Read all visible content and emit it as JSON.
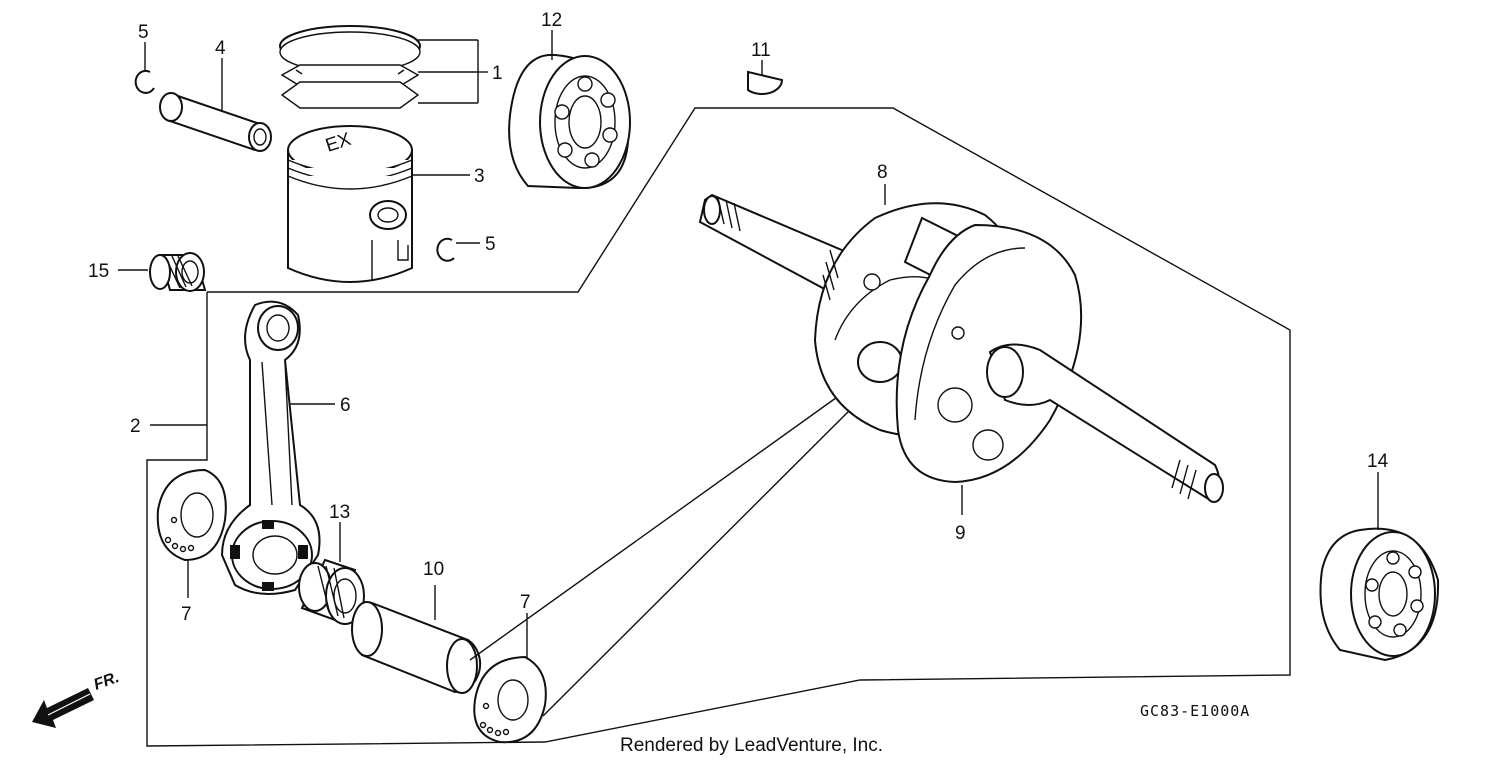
{
  "callouts": {
    "c1": "1",
    "c2": "2",
    "c3": "3",
    "c4": "4",
    "c5a": "5",
    "c5b": "5",
    "c6": "6",
    "c7a": "7",
    "c7b": "7",
    "c8": "8",
    "c9": "9",
    "c10": "10",
    "c11": "11",
    "c12": "12",
    "c13": "13",
    "c14": "14",
    "c15": "15"
  },
  "diagram_code": "GC83-E1000A",
  "direction_label": "FR.",
  "piston_marking": "EX",
  "credit": "Rendered by LeadVenture, Inc."
}
